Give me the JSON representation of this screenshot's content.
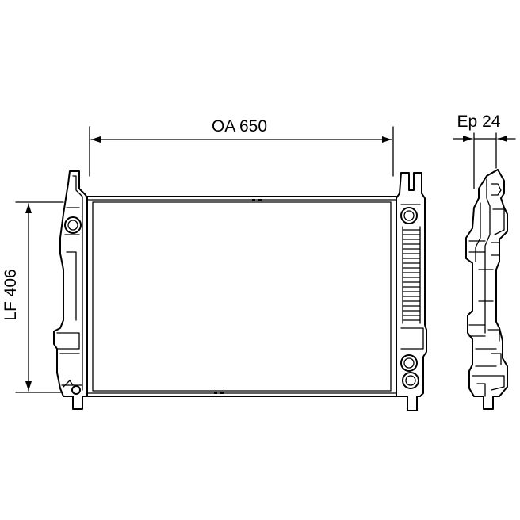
{
  "dimensions": {
    "width_label": "OA 650",
    "height_label": "LF 406",
    "depth_label": "Ep 24"
  },
  "colors": {
    "ink": "#000000",
    "background": "#ffffff"
  }
}
